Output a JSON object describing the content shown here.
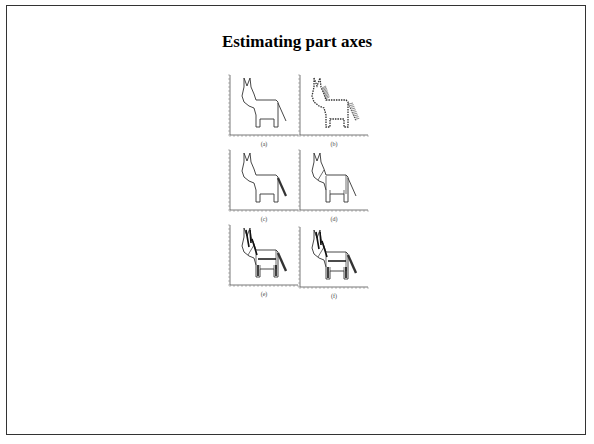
{
  "diagram": {
    "title": "Estimating part axes",
    "labels": [
      "(a)",
      "(b)",
      "(c)",
      "(d)",
      "(e)",
      "(f)"
    ]
  }
}
